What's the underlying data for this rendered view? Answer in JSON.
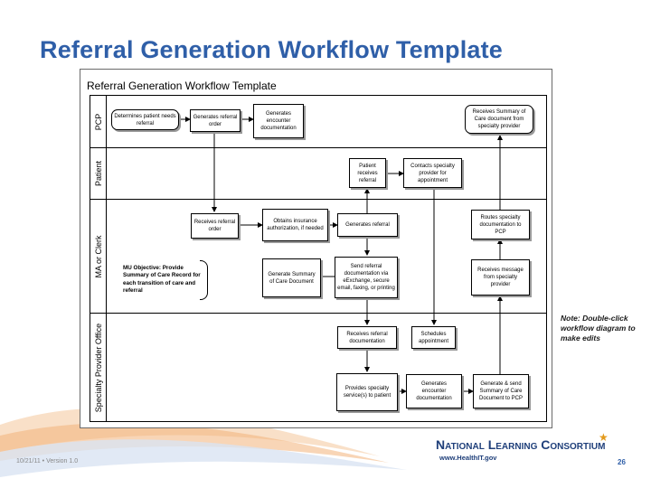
{
  "slide": {
    "title": "Referral Generation Workflow Template",
    "footer_left": "10/21/11 •   Version 1.0",
    "brand": "National Learning Consortium",
    "brand_url": "www.HealthIT.gov",
    "page_number": "26",
    "note": "Note:  Double-click workflow diagram to make edits"
  },
  "diagram": {
    "title": "Referral Generation Workflow Template",
    "lanes": [
      "PCP",
      "Patient",
      "MA or Clerk",
      "Specialty Provider Office"
    ],
    "objective": "MU Objective: Provide Summary of Care Record for each transition of care and referral",
    "boxes": {
      "determines": "Determines patient needs referral",
      "generates_order": "Generates referral order",
      "generates_encounter_pcp": "Generates encounter documentation",
      "receives_summary": "Receives Summary of Care document from specialty provider",
      "patient_receives": "Patient receives referral",
      "contacts": "Contacts specialty provider for appointment",
      "receives_order": "Receives referral order",
      "obtains_insurance": "Obtains insurance authorization, if needed",
      "generates_referral": "Generates referral",
      "routes": "Routes specialty documentation to PCP",
      "generate_summary": "Generate Summary of Care Document",
      "send_referral": "Send referral documentation via eExchange, secure email, faxing, or printing",
      "receives_message": "Receives message from specialty provider",
      "receives_referral_doc": "Receives referral documentation",
      "schedules": "Schedules appointment",
      "provides": "Provides specialty service(s) to patient",
      "generates_encounter_spec": "Generates encounter documentation",
      "generate_send": "Generate & send Summary of Care Document to PCP"
    }
  }
}
